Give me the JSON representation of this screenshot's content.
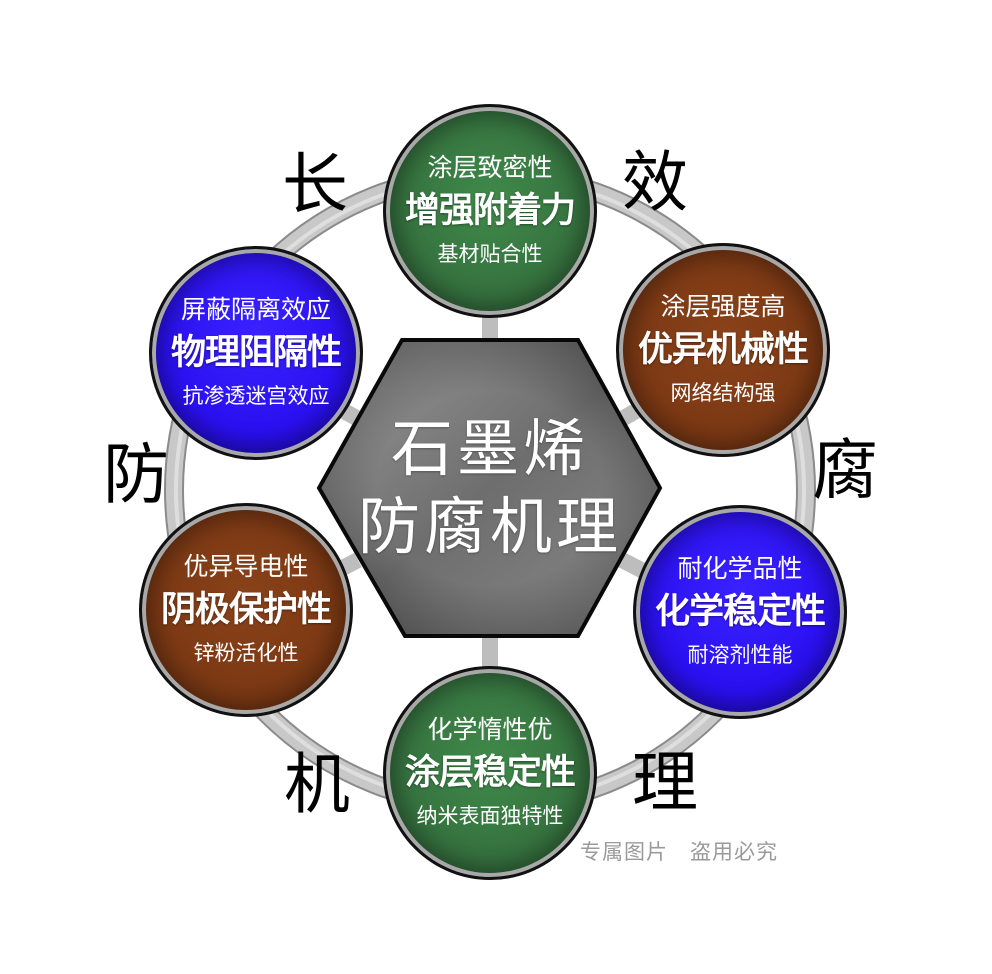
{
  "title": {
    "line1": "石墨烯",
    "line2": "防腐机理"
  },
  "corner_chars": {
    "top_left": "长",
    "top_right": "效",
    "left": "防",
    "right": "腐",
    "bottom_left": "机",
    "bottom_right": "理"
  },
  "nodes": [
    {
      "id": "top",
      "color": "#3a7a44",
      "line1": "涂层致密性",
      "line2": "增强附着力",
      "line3": "基材贴合性"
    },
    {
      "id": "upper-right",
      "color": "#7a3814",
      "line1": "涂层强度高",
      "line2": "优异机械性",
      "line3": "网络结构强"
    },
    {
      "id": "lower-right",
      "color": "#2a10f0",
      "line1": "耐化学品性",
      "line2": "化学稳定性",
      "line3": "耐溶剂性能"
    },
    {
      "id": "bottom",
      "color": "#3a7a44",
      "line1": "化学惰性优",
      "line2": "涂层稳定性",
      "line3": "纳米表面独特性"
    },
    {
      "id": "lower-left",
      "color": "#7a3814",
      "line1": "优异导电性",
      "line2": "阴极保护性",
      "line3": "锌粉活化性"
    },
    {
      "id": "upper-left",
      "color": "#2a10f0",
      "line1": "屏蔽隔离效应",
      "line2": "物理阻隔性",
      "line3": "抗渗透迷宫效应"
    }
  ],
  "watermark": "专属图片　盗用必究",
  "colors": {
    "ring": "#c4c4c4",
    "ring_outline": "#8a8a8a",
    "hexagon": "#7c7c7c",
    "green": "#3a7a44",
    "brown": "#7a3814",
    "blue": "#2a10f0"
  }
}
